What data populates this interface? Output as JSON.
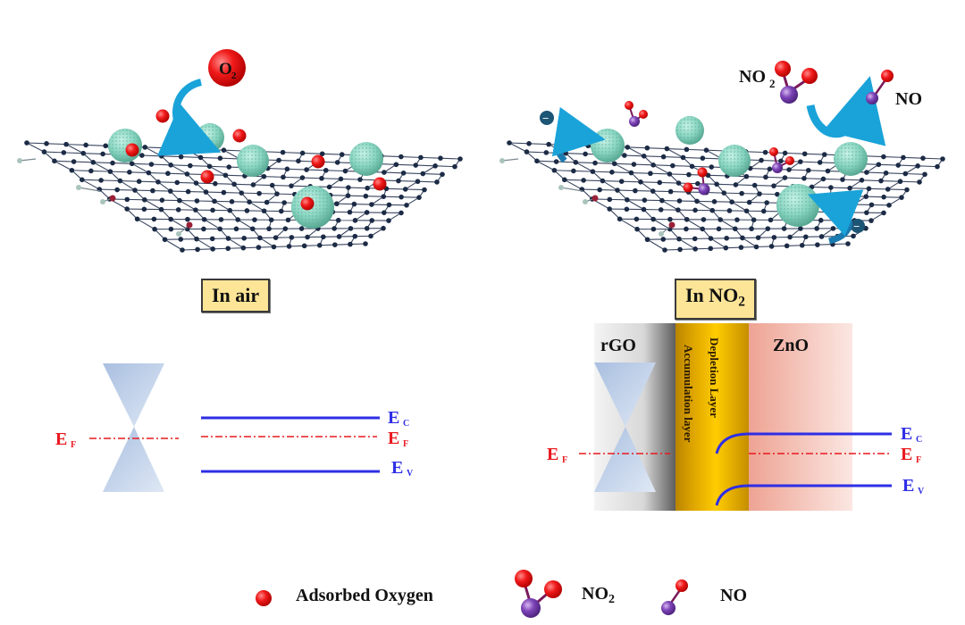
{
  "left_panel": {
    "gas_molecule_label": "O",
    "gas_molecule_subscript": "2",
    "condition_label": "In air",
    "band_labels": {
      "conduction": {
        "main": "E",
        "sub": "C"
      },
      "fermi": {
        "main": "E",
        "sub": "F"
      },
      "valence": {
        "main": "E",
        "sub": "V"
      },
      "fermi_left": {
        "main": "E",
        "sub": "F"
      }
    }
  },
  "right_panel": {
    "reactant_label": "NO",
    "reactant_subscript": "2",
    "product_label": "NO",
    "electron_symbol": "−",
    "condition_label": "In NO",
    "condition_subscript": "2",
    "regions": {
      "rgo": "rGO",
      "accumulation": "Accumulation layer",
      "depletion": "Depletion Layer",
      "zno": "ZnO"
    },
    "band_labels": {
      "conduction": {
        "main": "E",
        "sub": "C"
      },
      "fermi": {
        "main": "E",
        "sub": "F"
      },
      "valence": {
        "main": "E",
        "sub": "V"
      },
      "fermi_left": {
        "main": "E",
        "sub": "F"
      }
    }
  },
  "legend": {
    "items": [
      {
        "icon": "adsorbed-oxygen-icon",
        "label": "Adsorbed Oxygen",
        "sub": ""
      },
      {
        "icon": "no2-molecule-icon",
        "label": "NO",
        "sub": "2"
      },
      {
        "icon": "no-molecule-icon",
        "label": "NO",
        "sub": ""
      }
    ]
  },
  "colors": {
    "oxygen": "#e8191f",
    "nitrogen": "#7a3fb0",
    "zno_nanoparticle": "#8fd6c4",
    "graphene_atom": "#1c2b45",
    "arrow": "#1aa3d9",
    "band_blue": "#2e2ee6",
    "fermi_red": "#e8191f",
    "label_box": "#fde597",
    "depletion_gold": "#e8b000",
    "zno_region": "#ef9a8a"
  }
}
